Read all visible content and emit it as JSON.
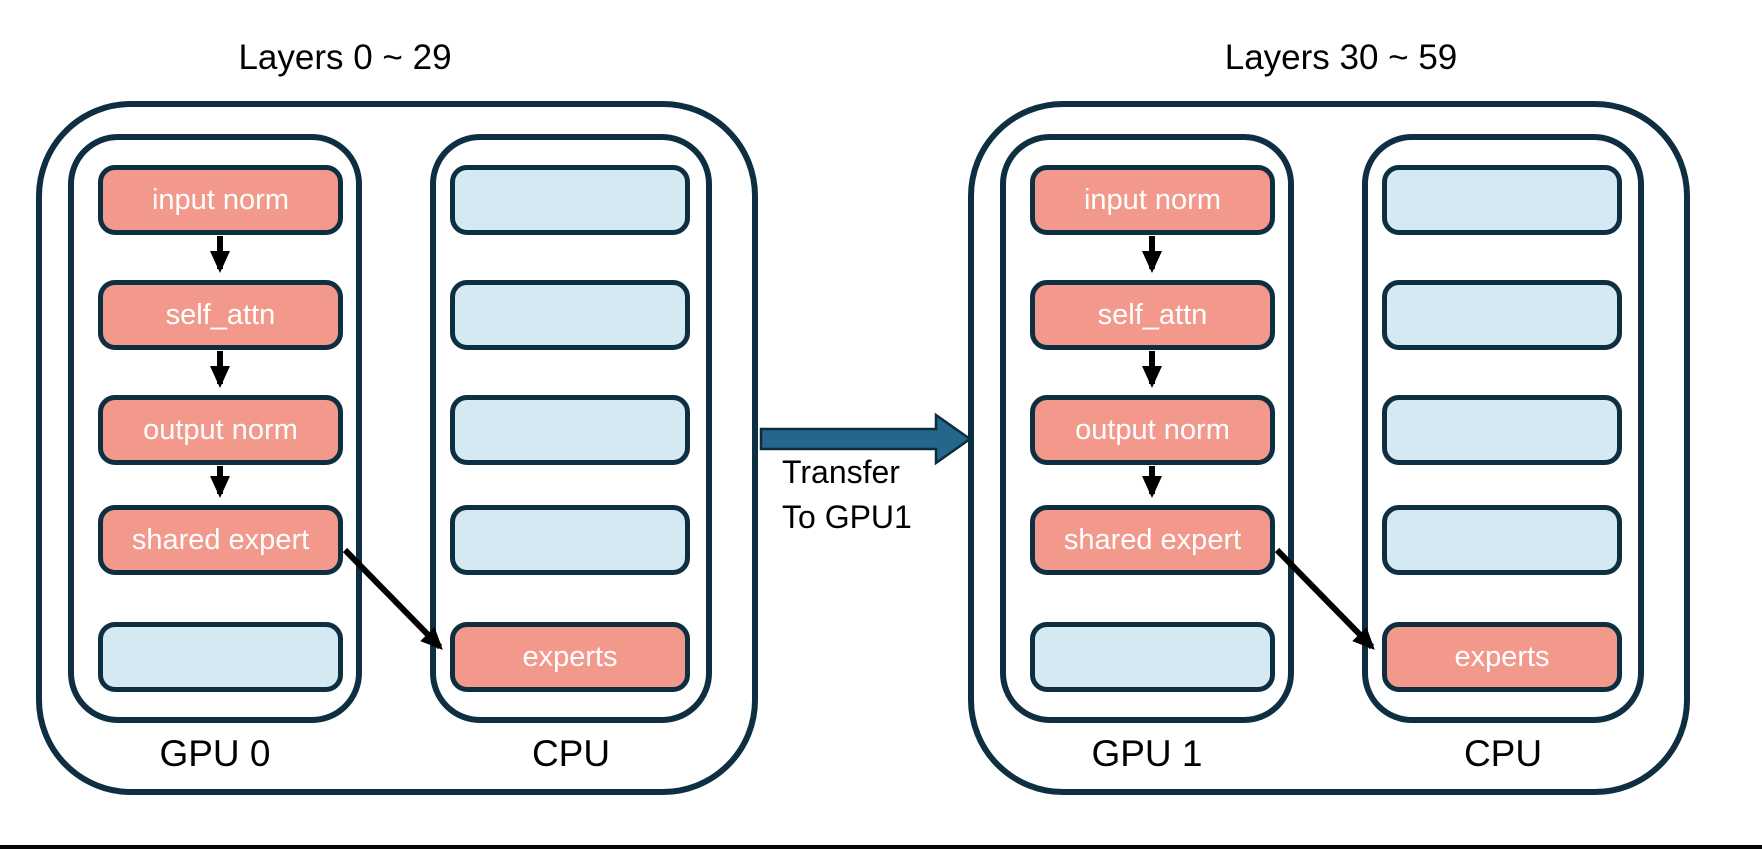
{
  "page": {
    "background": "#ffffff"
  },
  "colors": {
    "outline": "#0e2f42",
    "active_box_fill": "#f2998c",
    "inactive_box_fill": "#d4e9f1",
    "box_text": "#ffffff",
    "transfer_arrow_fill": "#25678b",
    "flow_arrow": "#000000",
    "label_text": "#000000"
  },
  "groups": [
    {
      "title": "Layers 0 ~ 29",
      "gpu": {
        "label": "GPU 0",
        "boxes": [
          {
            "label": "input norm",
            "type": "module"
          },
          {
            "label": "self_attn",
            "type": "module"
          },
          {
            "label": "output norm",
            "type": "module"
          },
          {
            "label": "shared expert",
            "type": "module"
          },
          {
            "label": "",
            "type": "empty"
          }
        ]
      },
      "cpu": {
        "label": "CPU",
        "boxes": [
          {
            "label": "",
            "type": "empty"
          },
          {
            "label": "",
            "type": "empty"
          },
          {
            "label": "",
            "type": "empty"
          },
          {
            "label": "",
            "type": "empty"
          },
          {
            "label": "experts",
            "type": "module"
          }
        ]
      }
    },
    {
      "title": "Layers 30 ~ 59",
      "gpu": {
        "label": "GPU 1",
        "boxes": [
          {
            "label": "input norm",
            "type": "module"
          },
          {
            "label": "self_attn",
            "type": "module"
          },
          {
            "label": "output norm",
            "type": "module"
          },
          {
            "label": "shared expert",
            "type": "module"
          },
          {
            "label": "",
            "type": "empty"
          }
        ]
      },
      "cpu": {
        "label": "CPU",
        "boxes": [
          {
            "label": "",
            "type": "empty"
          },
          {
            "label": "",
            "type": "empty"
          },
          {
            "label": "",
            "type": "empty"
          },
          {
            "label": "",
            "type": "empty"
          },
          {
            "label": "experts",
            "type": "module"
          }
        ]
      }
    }
  ],
  "transfer": {
    "line1": "Transfer",
    "line2": "To GPU1"
  }
}
